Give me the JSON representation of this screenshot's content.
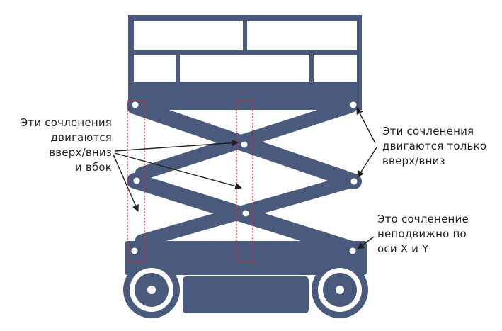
{
  "labels": {
    "left": [
      "Эти сочленения",
      "двигаются",
      "вверх/вниз",
      "и вбок"
    ],
    "right_top": [
      "Эти сочленения",
      "двигаются только",
      "вверх/вниз"
    ],
    "right_bottom": [
      "Это сочленение",
      "неподвижно по",
      "оси X и Y"
    ]
  },
  "colors": {
    "machine": "#4a5a7c",
    "joint": "#ffffff",
    "highlight": "#d9252a",
    "arrow": "#231f20",
    "text": "#231f20"
  }
}
